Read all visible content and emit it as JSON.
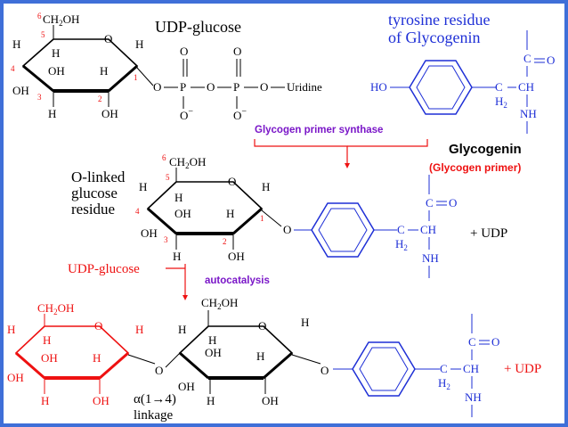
{
  "labels": {
    "udp_glucose_title": "UDP-glucose",
    "tyrosine_line1": "tyrosine residue",
    "tyrosine_line2": "of Glycogenin",
    "glycogen_primer_synthase": "Glycogen primer synthase",
    "glycogenin": "Glycogenin",
    "glycogen_primer": "(Glycogen primer)",
    "olinked_line1": "O-linked",
    "olinked_line2": "glucose",
    "olinked_line3": "residue",
    "udp_glucose_left": "UDP-glucose",
    "autocatalysis": "autocatalysis",
    "plus_udp_1": "+ UDP",
    "plus_udp_2": "+ UDP",
    "alpha_linkage_1": "α(1→4)",
    "alpha_linkage_2": "linkage",
    "uridine": "Uridine",
    "ho": "HO"
  },
  "colors": {
    "frame": "#3f6fd8",
    "blue": "#1e2fd6",
    "red": "#ee1111",
    "purple": "#7a16c8",
    "black": "#000000"
  }
}
